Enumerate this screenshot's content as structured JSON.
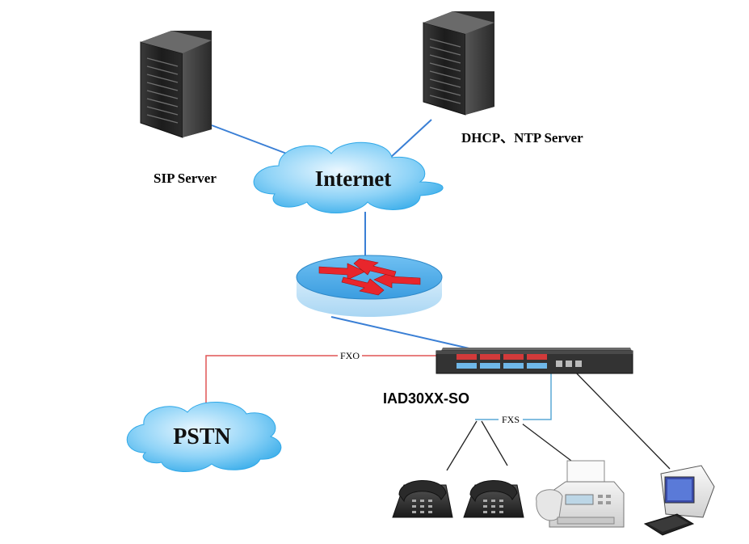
{
  "labels": {
    "sip_server": "SIP Server",
    "dhcp_ntp_server": "DHCP、NTP Server",
    "internet": "Internet",
    "pstn": "PSTN",
    "device": "IAD30XX-SO",
    "fxo": "FXO",
    "fxs": "FXS"
  },
  "colors": {
    "ethernet_link": "#3a7fd5",
    "fxo_link": "#e05555",
    "fxs_link": "#5aa9d6",
    "pc_link": "#222222",
    "cloud_fill": "#2fa8e8",
    "router_fill": "#3b9de0",
    "arrow_red": "#e8262c"
  }
}
